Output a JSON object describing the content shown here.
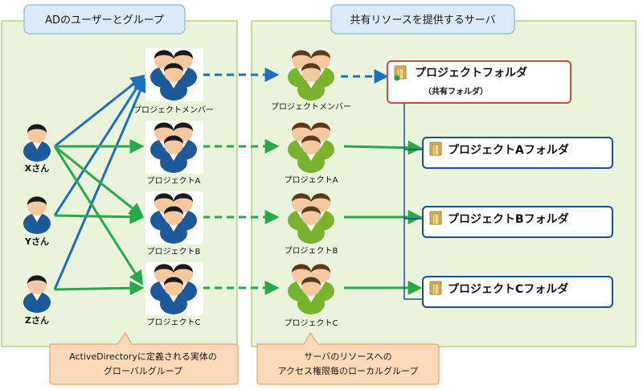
{
  "panels": {
    "left_title": "ADのユーザーとグループ",
    "right_title": "共有リソースを提供するサーバ"
  },
  "users": [
    {
      "label": "Xさん"
    },
    {
      "label": "Yさん"
    },
    {
      "label": "Zさん"
    }
  ],
  "global_groups": [
    {
      "label": "プロジェクトメンバー"
    },
    {
      "label": "プロジェクトA"
    },
    {
      "label": "プロジェクトB"
    },
    {
      "label": "プロジェクトC"
    }
  ],
  "local_groups": [
    {
      "label": "プロジェクトメンバー"
    },
    {
      "label": "プロジェクトA"
    },
    {
      "label": "プロジェクトB"
    },
    {
      "label": "プロジェクトC"
    }
  ],
  "folders": {
    "shared": {
      "title": "プロジェクトフォルダ",
      "subtitle": "（共有フォルダ）"
    },
    "items": [
      {
        "label": "プロジェクトAフォルダ"
      },
      {
        "label": "プロジェクトBフォルダ"
      },
      {
        "label": "プロジェクトCフォルダ"
      }
    ]
  },
  "notes": {
    "left_lines": [
      "ActiveDirectoryに定義される実体の",
      "グローバルグループ"
    ],
    "right_lines": [
      "サーバのリソースへの",
      "アクセス権限毎のローカルグループ"
    ]
  },
  "colors": {
    "panel_fill": "#eaf3dc",
    "panel_stroke": "#b5d08a",
    "title_fill": "#dbeaf7",
    "title_stroke": "#8fb5d9",
    "blue": "#1f6fbf",
    "green": "#27a84a",
    "group_blue": "#1e5a9a",
    "group_green": "#7bb32e",
    "folder_border": "#1f4e8c",
    "shared_border": "#c0504d",
    "note_fill": "#fbd8b8",
    "note_stroke": "#e9a56b"
  }
}
